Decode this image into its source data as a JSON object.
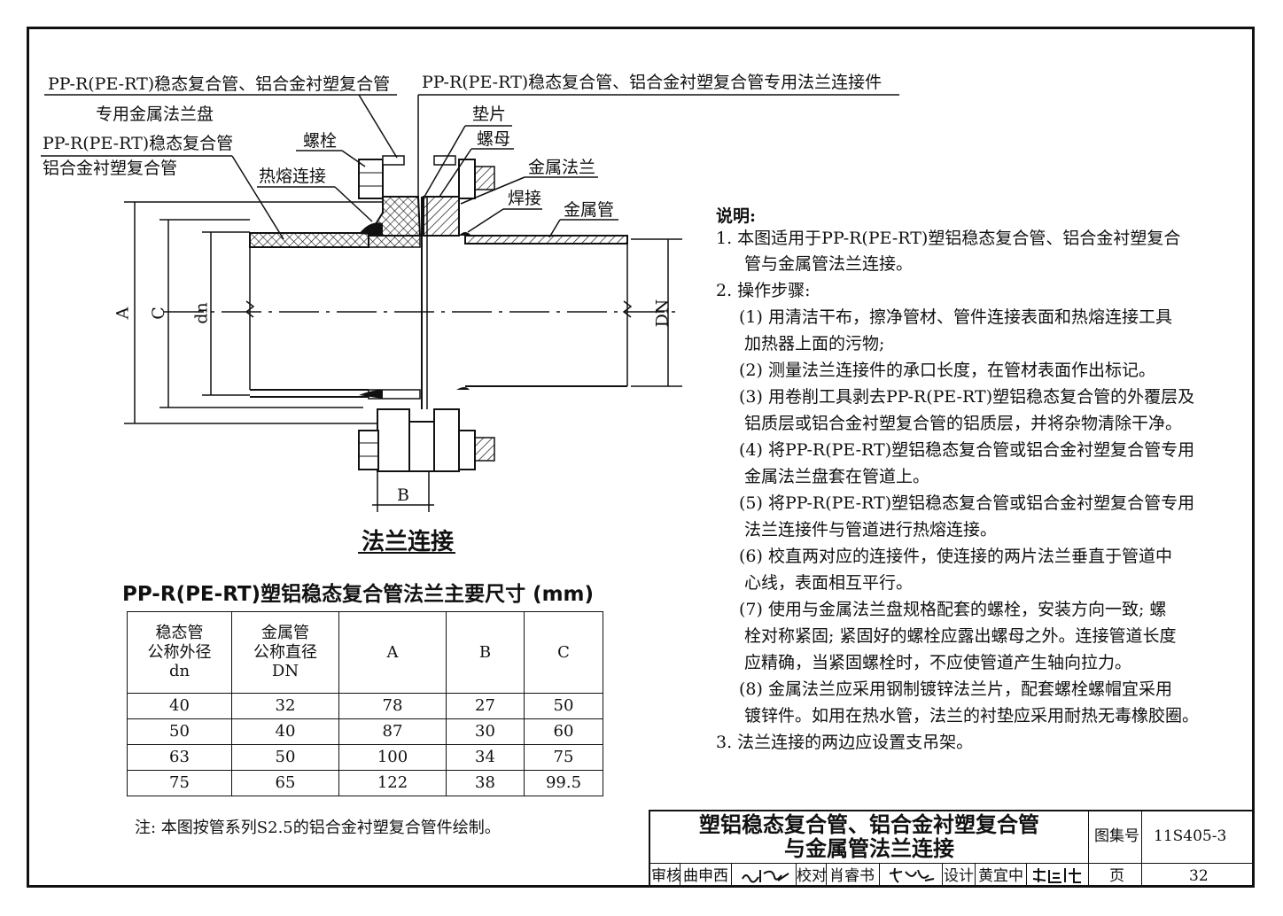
{
  "labels": {
    "flange_disc_line1": "PP-R(PE-RT)稳态复合管、铝合金衬塑复合管",
    "flange_disc_line2": "专用金属法兰盘",
    "flange_connector": "PP-R(PE-RT)稳态复合管、铝合金衬塑复合管专用法兰连接件",
    "pipe_line1": "PP-R(PE-RT)稳态复合管",
    "pipe_line2": "铝合金衬塑复合管",
    "bolt": "螺栓",
    "hot_melt": "热熔连接",
    "gasket": "垫片",
    "nut": "螺母",
    "metal_flange": "金属法兰",
    "weld": "焊接",
    "metal_pipe": "金属管",
    "dim_A": "A",
    "dim_C": "C",
    "dim_dn": "dn",
    "dim_DN": "DN",
    "dim_B": "B"
  },
  "figure_title": "法兰连接",
  "notes": {
    "title": "说明:",
    "lines": [
      "1. 本图适用于PP-R(PE-RT)塑铝稳态复合管、铝合金衬塑复合",
      "管与金属管法兰连接。",
      "2. 操作步骤:",
      "(1) 用清洁干布，擦净管材、管件连接表面和热熔连接工具",
      "加热器上面的污物;",
      "(2) 测量法兰连接件的承口长度，在管材表面作出标记。",
      "(3) 用卷削工具剥去PP-R(PE-RT)塑铝稳态复合管的外覆层及",
      "铝质层或铝合金衬塑复合管的铝质层，并将杂物清除干净。",
      "(4) 将PP-R(PE-RT)塑铝稳态复合管或铝合金衬塑复合管专用",
      "金属法兰盘套在管道上。",
      "(5) 将PP-R(PE-RT)塑铝稳态复合管或铝合金衬塑复合管专用",
      "法兰连接件与管道进行热熔连接。",
      "(6) 校直两对应的连接件，使连接的两片法兰垂直于管道中",
      "心线，表面相互平行。",
      "(7) 使用与金属法兰盘规格配套的螺栓，安装方向一致; 螺",
      "栓对称紧固; 紧固好的螺栓应露出螺母之外。连接管道长度",
      "应精确，当紧固螺栓时，不应使管道产生轴向拉力。",
      "(8) 金属法兰应采用钢制镀锌法兰片，配套螺栓螺帽宜采用",
      "镀锌件。如用在热水管，法兰的衬垫应采用耐热无毒橡胶圈。",
      "3. 法兰连接的两边应设置支吊架。"
    ]
  },
  "table": {
    "title": "PP-R(PE-RT)塑铝稳态复合管法兰主要尺寸 (mm)",
    "headers": {
      "col1": [
        "稳态管",
        "公称外径",
        "dn"
      ],
      "col2": [
        "金属管",
        "公称直径",
        "DN"
      ],
      "col3": "A",
      "col4": "B",
      "col5": "C"
    },
    "rows": [
      [
        "40",
        "32",
        "78",
        "27",
        "50"
      ],
      [
        "50",
        "40",
        "87",
        "30",
        "60"
      ],
      [
        "63",
        "50",
        "100",
        "34",
        "75"
      ],
      [
        "75",
        "65",
        "122",
        "38",
        "99.5"
      ]
    ]
  },
  "footnote": "注: 本图按管系列S2.5的铝合金衬塑复合管件绘制。",
  "title_block": {
    "title_line1": "塑铝稳态复合管、铝合金衬塑复合管",
    "title_line2": "与金属管法兰连接",
    "atlas_label": "图集号",
    "atlas_no": "11S405-3",
    "review_label": "审核",
    "reviewer": "曲申西",
    "check_label": "校对",
    "checker": "肖睿书",
    "design_label": "设计",
    "designer": "黄宜中",
    "page_label": "页",
    "page_no": "32"
  }
}
